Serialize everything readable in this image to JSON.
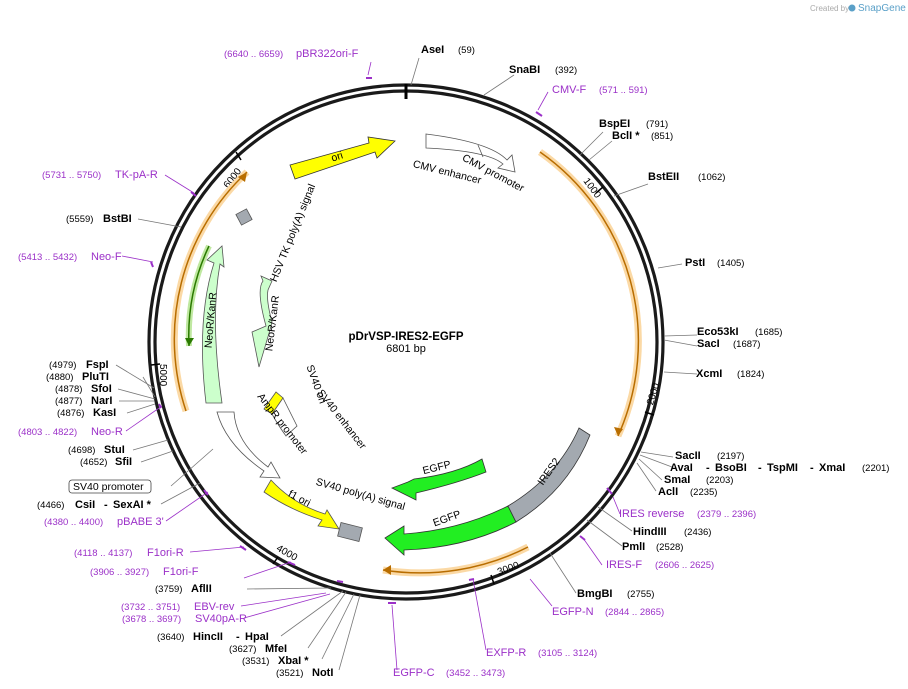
{
  "credit": {
    "prefix": "Created by",
    "brand": "SnapGene"
  },
  "plasmid": {
    "name": "pDrVSP-IRES2-EGFP",
    "length": "6801 bp"
  },
  "ticks": [
    "1000",
    "2000",
    "3000",
    "4000",
    "5000",
    "6000"
  ],
  "features": {
    "ori": "ori",
    "cmv_promoter": "CMV promoter",
    "cmv_enhancer": "CMV enhancer",
    "hsv_tk": "HSV TK poly(A) signal",
    "neo_outer": "NeoR/KanR",
    "neo_inner": "NeoR/KanR",
    "sv40_ori": "SV40 ori",
    "sv40_enhancer": "SV40 enhancer",
    "ampr_promoter": "AmpR promoter",
    "f1_ori": "f1 ori",
    "sv40_polya": "SV40 poly(A) signal",
    "egfp_small": "EGFP",
    "egfp_large": "EGFP",
    "ires2": "IRES2",
    "sv40_promoter_box": "SV40 promoter"
  },
  "sites": {
    "asei": {
      "name": "AseI",
      "pos": "(59)"
    },
    "snabi": {
      "name": "SnaBI",
      "pos": "(392)"
    },
    "bspei": {
      "name": "BspEI",
      "pos": "(791)"
    },
    "bcli": {
      "name": "BclI *",
      "pos": "(851)"
    },
    "bsteii": {
      "name": "BstEII",
      "pos": "(1062)"
    },
    "psti": {
      "name": "PstI",
      "pos": "(1405)"
    },
    "eco53ki": {
      "name": "Eco53kI",
      "pos": "(1685)"
    },
    "saci": {
      "name": "SacI",
      "pos": "(1687)"
    },
    "xcmi": {
      "name": "XcmI",
      "pos": "(1824)"
    },
    "sacii": {
      "name": "SacII",
      "pos": "(2197)"
    },
    "avai": {
      "name": "AvaI",
      "sep1": "-",
      "bsobi": "BsoBI",
      "sep2": "-",
      "tspmi": "TspMI",
      "sep3": "-",
      "xmai": "XmaI",
      "pos": "(2201)"
    },
    "smai": {
      "name": "SmaI",
      "pos": "(2203)"
    },
    "acli": {
      "name": "AclI",
      "pos": "(2235)"
    },
    "hindiii": {
      "name": "HindIII",
      "pos": "(2436)"
    },
    "pmli": {
      "name": "PmlI",
      "pos": "(2528)"
    },
    "bmgbi": {
      "name": "BmgBI",
      "pos": "(2755)"
    },
    "noti": {
      "name": "NotI",
      "pos": "(3521)"
    },
    "xbai": {
      "name": "XbaI *",
      "pos": "(3531)"
    },
    "mfei": {
      "name": "MfeI",
      "pos": "(3627)"
    },
    "hincii": {
      "name": "HincII",
      "sep": "-",
      "hpai": "HpaI",
      "pos": "(3640)"
    },
    "aflii": {
      "name": "AflII",
      "pos": "(3759)"
    },
    "csii": {
      "name": "CsiI",
      "sep": "-",
      "sexai": "SexAI *",
      "pos": "(4466)"
    },
    "sfii": {
      "name": "SfiI",
      "pos": "(4652)"
    },
    "stui": {
      "name": "StuI",
      "pos": "(4698)"
    },
    "kasi": {
      "name": "KasI",
      "pos": "(4876)"
    },
    "nari": {
      "name": "NarI",
      "pos": "(4877)"
    },
    "sfoi": {
      "name": "SfoI",
      "pos": "(4878)"
    },
    "pluti": {
      "name": "PluTI",
      "pos": "(4880)"
    },
    "fspi": {
      "name": "FspI",
      "pos": "(4979)"
    },
    "bstbi": {
      "name": "BstBI",
      "pos": "(5559)"
    }
  },
  "primers": {
    "pbr322": {
      "name": "pBR322ori-F",
      "range": "(6640 .. 6659)"
    },
    "cmvf": {
      "name": "CMV-F",
      "range": "(571 .. 591)"
    },
    "tkpa": {
      "name": "TK-pA-R",
      "range": "(5731 .. 5750)"
    },
    "neof": {
      "name": "Neo-F",
      "range": "(5413 .. 5432)"
    },
    "neor": {
      "name": "Neo-R",
      "range": "(4803 .. 4822)"
    },
    "iresrev": {
      "name": "IRES reverse",
      "range": "(2379 .. 2396)"
    },
    "iresf": {
      "name": "IRES-F",
      "range": "(2606 .. 2625)"
    },
    "egfpn": {
      "name": "EGFP-N",
      "range": "(2844 .. 2865)"
    },
    "exfpr": {
      "name": "EXFP-R",
      "range": "(3105 .. 3124)"
    },
    "egfpc": {
      "name": "EGFP-C",
      "range": "(3452 .. 3473)"
    },
    "sv40par": {
      "name": "SV40pA-R",
      "range": "(3678 .. 3697)"
    },
    "ebvrev": {
      "name": "EBV-rev",
      "range": "(3732 .. 3751)"
    },
    "f1orif": {
      "name": "F1ori-F",
      "range": "(3906 .. 3927)"
    },
    "f1orir": {
      "name": "F1ori-R",
      "range": "(4118 .. 4137)"
    },
    "pbabe": {
      "name": "pBABE 3'",
      "range": "(4380 .. 4400)"
    }
  },
  "colors": {
    "backbone": "#1a1a1a",
    "enzyme": "#000000",
    "primer": "#9b30c8",
    "orange": "#f3a935",
    "yellow": "#ffff00",
    "lightgreen": "#ccffcc",
    "green": "#22ee22",
    "gray": "#a3a9b0",
    "white": "#ffffff"
  }
}
